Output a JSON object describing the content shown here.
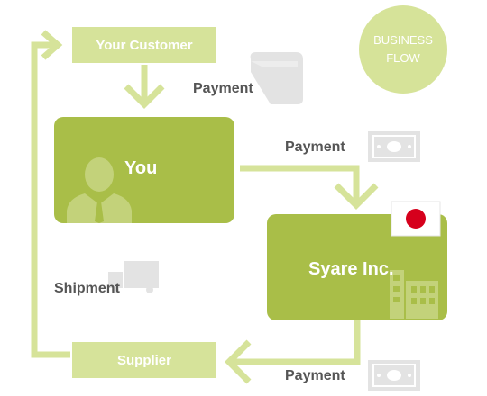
{
  "badge": {
    "line1": "BUSINESS",
    "line2": "FLOW"
  },
  "nodes": {
    "customer": "Your Customer",
    "you": "You",
    "syare": "Syare Inc.",
    "supplier": "Supplier"
  },
  "flows": {
    "customer_payment": "Payment",
    "you_payment": "Payment",
    "syare_payment": "Payment",
    "shipment": "Shipment"
  },
  "colors": {
    "light_green": "#d6e39a",
    "dark_green": "#a9be48",
    "badge_green": "#d6e399",
    "icon_gray": "#e3e3e3",
    "label_gray": "#555555",
    "flag_red": "#d6001c"
  },
  "icons": [
    "wallet-icon",
    "cash-icon",
    "person-icon",
    "japan-flag-icon",
    "building-icon",
    "truck-icon"
  ]
}
